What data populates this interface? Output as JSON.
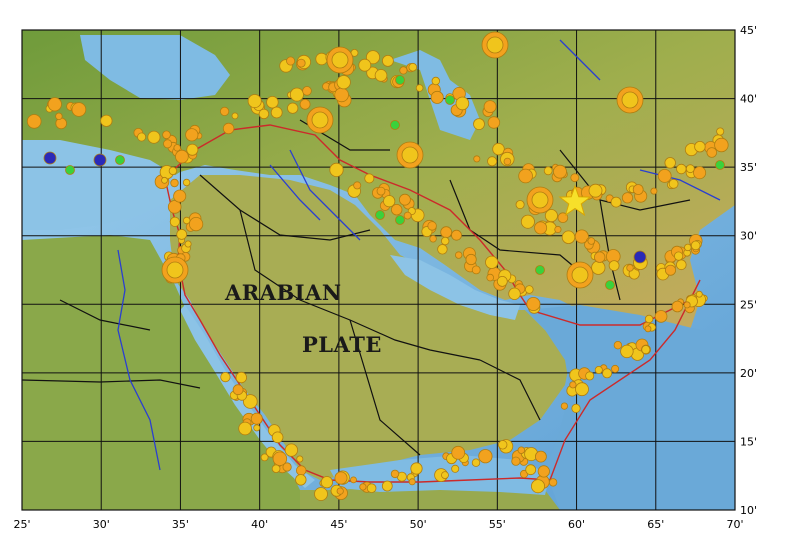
{
  "map": {
    "region_labels": [
      "ARABIAN",
      "PLATE"
    ],
    "lon_ticks": [
      "25'",
      "30'",
      "35'",
      "40'",
      "45'",
      "50'",
      "55'",
      "60'",
      "65'",
      "70'"
    ],
    "lat_ticks": [
      "45'",
      "40'",
      "35'",
      "30'",
      "25'",
      "20'",
      "15'",
      "10'"
    ],
    "colors": {
      "sea": "#8fc3e6",
      "deep_sea": "#6aa9d8",
      "land_low": "#7fa845",
      "land_high": "#b8a35a",
      "plate_boundary": "#cc2a2a",
      "border": "#111111",
      "river": "#2a3fd0",
      "quake_major": "#f0c51c",
      "quake_minor": "#f2a21e",
      "quake_green": "#3bd13b",
      "quake_blue": "#2a2ab8",
      "star": "#f7e02a"
    },
    "symbols": {
      "epicenter": "star-icon"
    }
  }
}
